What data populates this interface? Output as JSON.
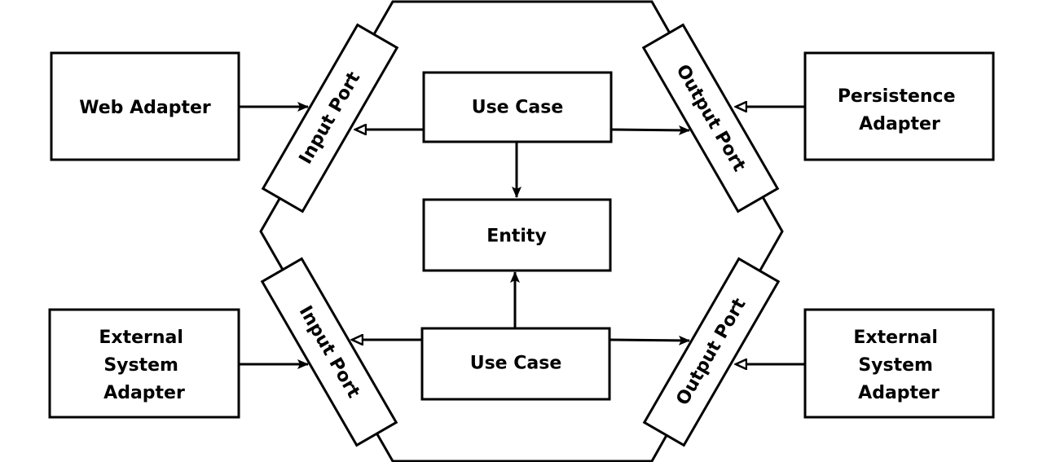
{
  "diagram": {
    "adapters": {
      "web": [
        "Web Adapter"
      ],
      "persistence": [
        "Persistence",
        "Adapter"
      ],
      "external_left": [
        "External",
        "System",
        "Adapter"
      ],
      "external_right": [
        "External",
        "System",
        "Adapter"
      ]
    },
    "ports": {
      "input_top": "Input Port",
      "output_top": "Output Port",
      "input_bottom": "Input Port",
      "output_bottom": "Output Port"
    },
    "core": {
      "use_case_top": "Use Case",
      "entity": "Entity",
      "use_case_bottom": "Use Case"
    }
  }
}
